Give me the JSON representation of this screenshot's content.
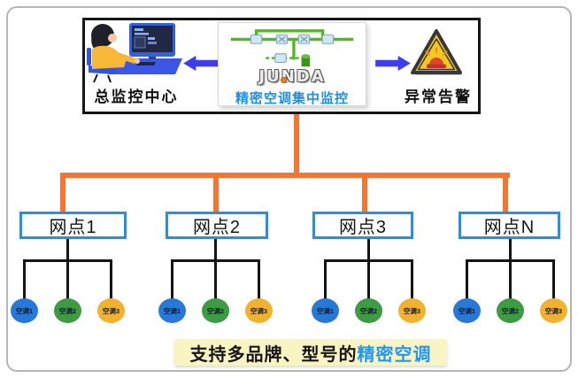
{
  "diagram": {
    "monitoring_center": {
      "label": "总监控中心",
      "icon": "operator-workstation-icon"
    },
    "system": {
      "logo": "JUNDA",
      "label": "精密空调集中监控",
      "icon": "network-topology-icon"
    },
    "alarm": {
      "label": "异常告警",
      "icon": "warning-alarm-icon"
    },
    "flow_icons": {
      "left": "arrow-left-icon",
      "right": "arrow-right-icon"
    },
    "branches": [
      {
        "label": "网点1",
        "units": [
          "空调1",
          "空调2",
          "空调3"
        ]
      },
      {
        "label": "网点2",
        "units": [
          "空调1",
          "空调2",
          "空调3"
        ]
      },
      {
        "label": "网点3",
        "units": [
          "空调1",
          "空调2",
          "空调3"
        ]
      },
      {
        "label": "网点N",
        "units": [
          "空调1",
          "空调2",
          "空调3"
        ]
      }
    ],
    "banner": {
      "prefix": "支持多品牌、型号的",
      "highlight": "精密空调"
    }
  },
  "colors": {
    "line-orange": "#f87431",
    "line-black": "#141414",
    "box-blue": "#2590ea",
    "arrow-blue": "#3d3df2",
    "text-blue": "#1e90e8",
    "banner-bg": "#f9f5c3",
    "banner-blue": "#2196f3",
    "ac1-blue": "#2779d9",
    "ac2-green": "#3d9c41",
    "ac3-yellow": "#f2b22d"
  }
}
